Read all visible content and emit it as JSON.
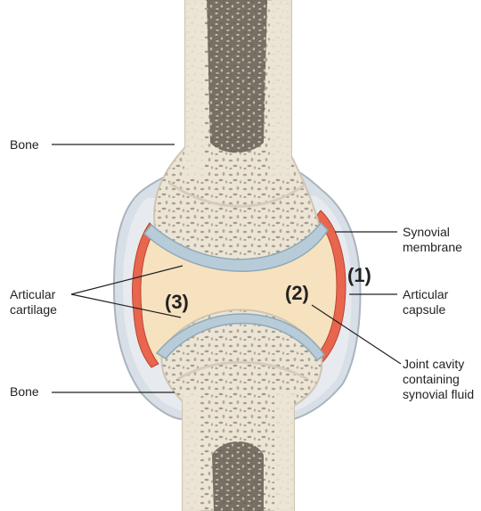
{
  "labels": {
    "bone_top": "Bone",
    "bone_bottom": "Bone",
    "articular_cartilage": [
      "Articular",
      "cartilage"
    ],
    "synovial_membrane": [
      "Synovial",
      "membrane"
    ],
    "articular_capsule": [
      "Articular",
      "capsule"
    ],
    "joint_cavity": [
      "Joint cavity",
      "containing",
      "synovial fluid"
    ]
  },
  "markers": {
    "one": "(1)",
    "two": "(2)",
    "three": "(3)"
  },
  "colors": {
    "bone": "#ece5d6",
    "bone_shadow": "#d2c8b4",
    "marrow": "#5e574c",
    "cartilage": "#b7ccd8",
    "cartilage_edge": "#8fa9b8",
    "synovial_fluid": "#f7e2bf",
    "membrane": "#e9664e",
    "capsule": "#d9dfe6",
    "leader": "#222222"
  }
}
